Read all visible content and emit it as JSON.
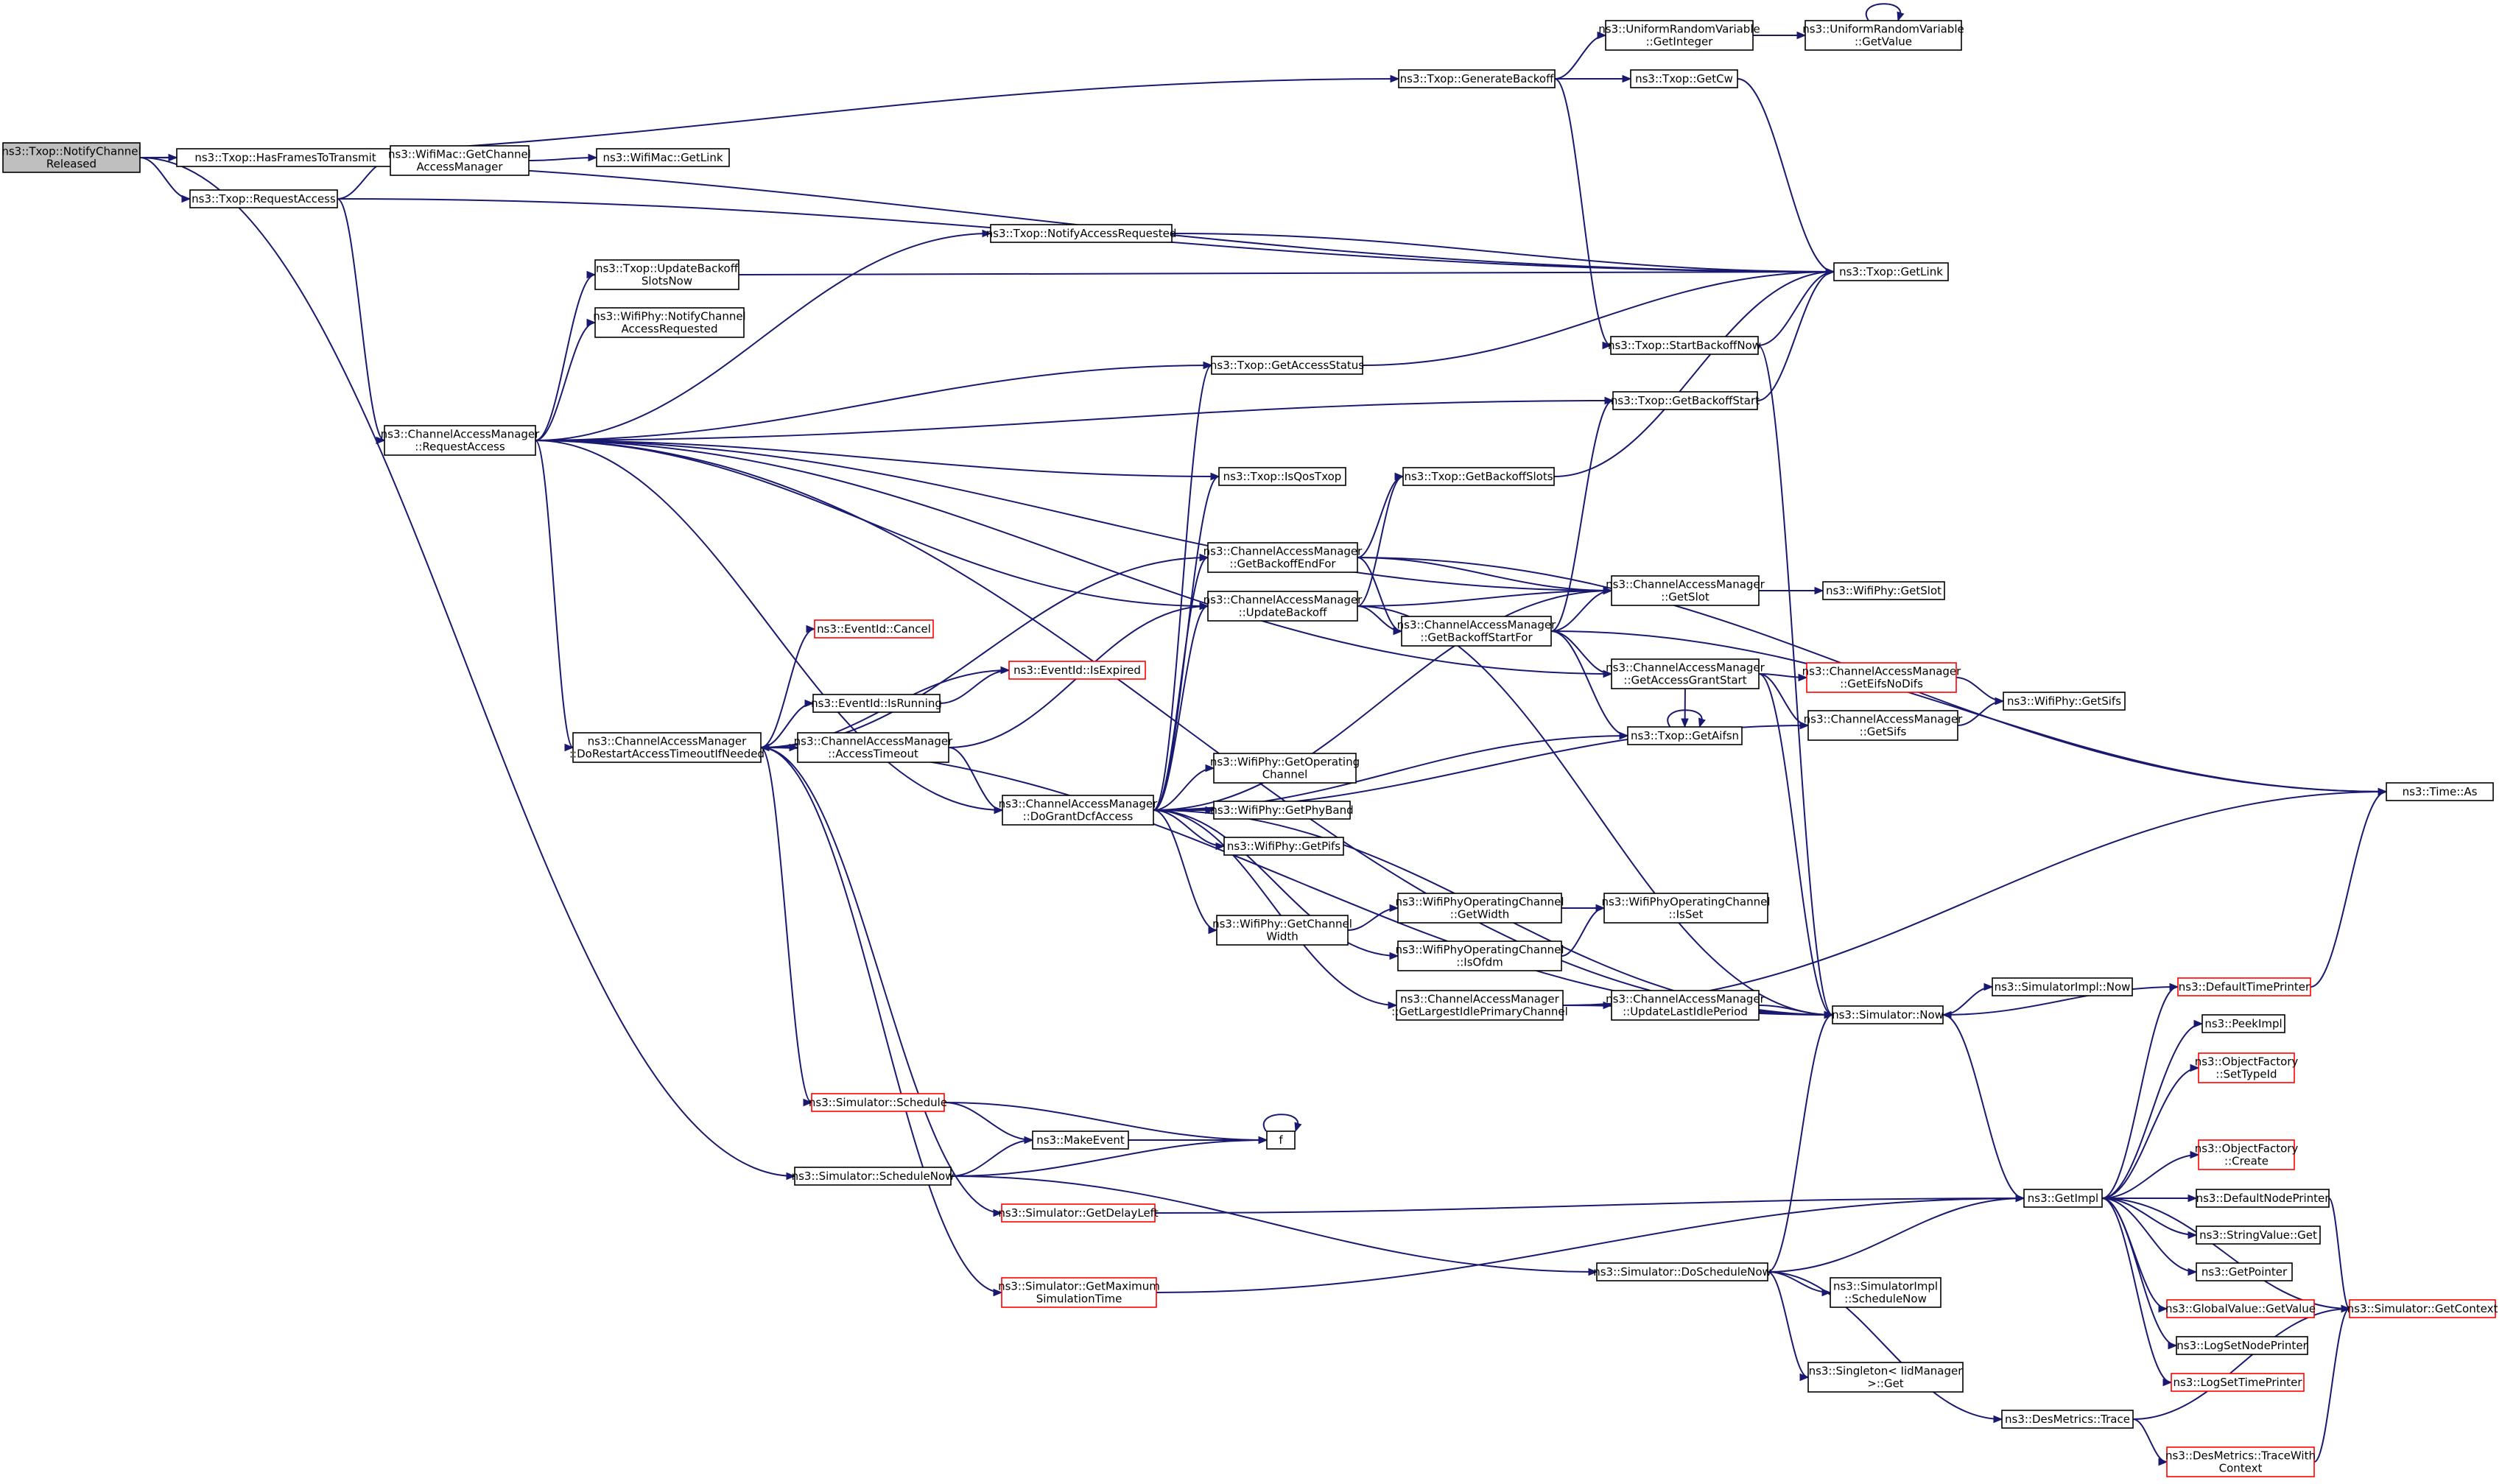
{
  "nodes": [
    {
      "id": "root",
      "lines": [
        "ns3::Txop::NotifyChannel",
        "Released"
      ],
      "style": "root"
    },
    {
      "id": "hasFrames",
      "lines": [
        "ns3::Txop::HasFramesToTransmit"
      ]
    },
    {
      "id": "reqAccess",
      "lines": [
        "ns3::Txop::RequestAccess"
      ]
    },
    {
      "id": "genBackoff",
      "lines": [
        "ns3::Txop::GenerateBackoff"
      ]
    },
    {
      "id": "urvGetInt",
      "lines": [
        "ns3::UniformRandomVariable",
        "::GetInteger"
      ]
    },
    {
      "id": "urvGetVal",
      "lines": [
        "ns3::UniformRandomVariable",
        "::GetValue"
      ]
    },
    {
      "id": "getCw",
      "lines": [
        "ns3::Txop::GetCw"
      ]
    },
    {
      "id": "macGetCam",
      "lines": [
        "ns3::WifiMac::GetChannel",
        "AccessManager"
      ]
    },
    {
      "id": "macGetLink",
      "lines": [
        "ns3::WifiMac::GetLink"
      ]
    },
    {
      "id": "notifyAccReq",
      "lines": [
        "ns3::Txop::NotifyAccessRequested"
      ]
    },
    {
      "id": "txopGetLink",
      "lines": [
        "ns3::Txop::GetLink"
      ]
    },
    {
      "id": "updBackoffSlots",
      "lines": [
        "ns3::Txop::UpdateBackoff",
        "SlotsNow"
      ]
    },
    {
      "id": "phyNotifyCar",
      "lines": [
        "ns3::WifiPhy::NotifyChannel",
        "AccessRequested"
      ]
    },
    {
      "id": "startBackoffNow",
      "lines": [
        "ns3::Txop::StartBackoffNow"
      ]
    },
    {
      "id": "getAccessStatus",
      "lines": [
        "ns3::Txop::GetAccessStatus"
      ]
    },
    {
      "id": "camReqAccess",
      "lines": [
        "ns3::ChannelAccessManager",
        "::RequestAccess"
      ]
    },
    {
      "id": "getBackoffStart",
      "lines": [
        "ns3::Txop::GetBackoffStart"
      ]
    },
    {
      "id": "isQosTxop",
      "lines": [
        "ns3::Txop::IsQosTxop"
      ]
    },
    {
      "id": "getBackoffSlots",
      "lines": [
        "ns3::Txop::GetBackoffSlots"
      ]
    },
    {
      "id": "camGetBackoffEndFor",
      "lines": [
        "ns3::ChannelAccessManager",
        "::GetBackoffEndFor"
      ]
    },
    {
      "id": "camGetSlot",
      "lines": [
        "ns3::ChannelAccessManager",
        "::GetSlot"
      ]
    },
    {
      "id": "phyGetSlot",
      "lines": [
        "ns3::WifiPhy::GetSlot"
      ]
    },
    {
      "id": "camUpdateBackoff",
      "lines": [
        "ns3::ChannelAccessManager",
        "::UpdateBackoff"
      ]
    },
    {
      "id": "camGetBackoffStartFor",
      "lines": [
        "ns3::ChannelAccessManager",
        "::GetBackoffStartFor"
      ]
    },
    {
      "id": "eventCancel",
      "lines": [
        "ns3::EventId::Cancel"
      ],
      "style": "red"
    },
    {
      "id": "eventIsExpired",
      "lines": [
        "ns3::EventId::IsExpired"
      ],
      "style": "red"
    },
    {
      "id": "camGetAccessGrantStart",
      "lines": [
        "ns3::ChannelAccessManager",
        "::GetAccessGrantStart"
      ]
    },
    {
      "id": "camGetEifsNoDifs",
      "lines": [
        "ns3::ChannelAccessManager",
        "::GetEifsNoDifs"
      ],
      "style": "red"
    },
    {
      "id": "phyGetSifs",
      "lines": [
        "ns3::WifiPhy::GetSifs"
      ]
    },
    {
      "id": "eventIsRunning",
      "lines": [
        "ns3::EventId::IsRunning"
      ]
    },
    {
      "id": "camGetSifs",
      "lines": [
        "ns3::ChannelAccessManager",
        "::GetSifs"
      ]
    },
    {
      "id": "camDoRestart",
      "lines": [
        "ns3::ChannelAccessManager",
        "::DoRestartAccessTimeoutIfNeeded"
      ]
    },
    {
      "id": "camAccessTimeout",
      "lines": [
        "ns3::ChannelAccessManager",
        "::AccessTimeout"
      ]
    },
    {
      "id": "getAifsn",
      "lines": [
        "ns3::Txop::GetAifsn"
      ]
    },
    {
      "id": "timeAs",
      "lines": [
        "ns3::Time::As"
      ]
    },
    {
      "id": "phyGetOpChannel",
      "lines": [
        "ns3::WifiPhy::GetOperating",
        "Channel"
      ]
    },
    {
      "id": "camDoGrant",
      "lines": [
        "ns3::ChannelAccessManager",
        "::DoGrantDcfAccess"
      ]
    },
    {
      "id": "phyGetPhyBand",
      "lines": [
        "ns3::WifiPhy::GetPhyBand"
      ]
    },
    {
      "id": "phyGetPifs",
      "lines": [
        "ns3::WifiPhy::GetPifs"
      ]
    },
    {
      "id": "wpocGetWidth",
      "lines": [
        "ns3::WifiPhyOperatingChannel",
        "::GetWidth"
      ]
    },
    {
      "id": "wpocIsSet",
      "lines": [
        "ns3::WifiPhyOperatingChannel",
        "::IsSet"
      ]
    },
    {
      "id": "phyGetChWidth",
      "lines": [
        "ns3::WifiPhy::GetChannel",
        "Width"
      ]
    },
    {
      "id": "wpocIsOfdm",
      "lines": [
        "ns3::WifiPhyOperatingChannel",
        "::IsOfdm"
      ]
    },
    {
      "id": "camGetLargest",
      "lines": [
        "ns3::ChannelAccessManager",
        "::GetLargestIdlePrimaryChannel"
      ]
    },
    {
      "id": "camUpdateLastIdle",
      "lines": [
        "ns3::ChannelAccessManager",
        "::UpdateLastIdlePeriod"
      ]
    },
    {
      "id": "simImplNow",
      "lines": [
        "ns3::SimulatorImpl::Now"
      ]
    },
    {
      "id": "simNow",
      "lines": [
        "ns3::Simulator::Now"
      ]
    },
    {
      "id": "defaultTimePrinter",
      "lines": [
        "ns3::DefaultTimePrinter"
      ],
      "style": "red"
    },
    {
      "id": "peekImpl",
      "lines": [
        "ns3::PeekImpl"
      ]
    },
    {
      "id": "ofSetTypeId",
      "lines": [
        "ns3::ObjectFactory",
        "::SetTypeId"
      ],
      "style": "red"
    },
    {
      "id": "simSchedule",
      "lines": [
        "ns3::Simulator::Schedule"
      ],
      "style": "red"
    },
    {
      "id": "makeEvent",
      "lines": [
        "ns3::MakeEvent"
      ]
    },
    {
      "id": "f",
      "lines": [
        "f"
      ]
    },
    {
      "id": "ofCreate",
      "lines": [
        "ns3::ObjectFactory",
        "::Create"
      ],
      "style": "red"
    },
    {
      "id": "simScheduleNow",
      "lines": [
        "ns3::Simulator::ScheduleNow"
      ]
    },
    {
      "id": "getImpl",
      "lines": [
        "ns3::GetImpl"
      ]
    },
    {
      "id": "defaultNodePrinter",
      "lines": [
        "ns3::DefaultNodePrinter"
      ]
    },
    {
      "id": "simGetDelayLeft",
      "lines": [
        "ns3::Simulator::GetDelayLeft"
      ],
      "style": "red"
    },
    {
      "id": "stringValueGet",
      "lines": [
        "ns3::StringValue::Get"
      ]
    },
    {
      "id": "simDoScheduleNow",
      "lines": [
        "ns3::Simulator::DoScheduleNow"
      ]
    },
    {
      "id": "getPointer",
      "lines": [
        "ns3::GetPointer"
      ]
    },
    {
      "id": "simGetMaxSimTime",
      "lines": [
        "ns3::Simulator::GetMaximum",
        "SimulationTime"
      ],
      "style": "red"
    },
    {
      "id": "simImplScheduleNow",
      "lines": [
        "ns3::SimulatorImpl",
        "::ScheduleNow"
      ]
    },
    {
      "id": "globalValueGetValue",
      "lines": [
        "ns3::GlobalValue::GetValue"
      ],
      "style": "red"
    },
    {
      "id": "simGetContext",
      "lines": [
        "ns3::Simulator::GetContext"
      ],
      "style": "red"
    },
    {
      "id": "logSetNodePrinter",
      "lines": [
        "ns3::LogSetNodePrinter"
      ]
    },
    {
      "id": "singletonGet",
      "lines": [
        "ns3::Singleton< IidManager",
        ">::Get"
      ]
    },
    {
      "id": "logSetTimePrinter",
      "lines": [
        "ns3::LogSetTimePrinter"
      ],
      "style": "red"
    },
    {
      "id": "desMetricsTrace",
      "lines": [
        "ns3::DesMetrics::Trace"
      ]
    },
    {
      "id": "desMetricsTraceWithCtx",
      "lines": [
        "ns3::DesMetrics::TraceWith",
        "Context"
      ],
      "style": "red"
    }
  ],
  "edges": [
    [
      "root",
      "genBackoff"
    ],
    [
      "root",
      "txopGetLink"
    ],
    [
      "root",
      "hasFrames"
    ],
    [
      "root",
      "reqAccess"
    ],
    [
      "root",
      "simScheduleNow"
    ],
    [
      "reqAccess",
      "macGetCam"
    ],
    [
      "reqAccess",
      "txopGetLink"
    ],
    [
      "reqAccess",
      "camReqAccess"
    ],
    [
      "macGetCam",
      "macGetLink"
    ],
    [
      "genBackoff",
      "urvGetInt"
    ],
    [
      "genBackoff",
      "getCw"
    ],
    [
      "genBackoff",
      "startBackoffNow"
    ],
    [
      "urvGetInt",
      "urvGetVal"
    ],
    [
      "urvGetVal",
      "urvGetVal"
    ],
    [
      "getCw",
      "txopGetLink"
    ],
    [
      "notifyAccReq",
      "txopGetLink"
    ],
    [
      "updBackoffSlots",
      "txopGetLink"
    ],
    [
      "startBackoffNow",
      "txopGetLink"
    ],
    [
      "startBackoffNow",
      "simNow"
    ],
    [
      "getAccessStatus",
      "txopGetLink"
    ],
    [
      "getBackoffStart",
      "txopGetLink"
    ],
    [
      "getBackoffSlots",
      "txopGetLink"
    ],
    [
      "camReqAccess",
      "notifyAccReq"
    ],
    [
      "camReqAccess",
      "updBackoffSlots"
    ],
    [
      "camReqAccess",
      "phyNotifyCar"
    ],
    [
      "camReqAccess",
      "getAccessStatus"
    ],
    [
      "camReqAccess",
      "getBackoffStart"
    ],
    [
      "camReqAccess",
      "isQosTxop"
    ],
    [
      "camReqAccess",
      "camGetSlot"
    ],
    [
      "camReqAccess",
      "camUpdateBackoff"
    ],
    [
      "camReqAccess",
      "camGetAccessGrantStart"
    ],
    [
      "camReqAccess",
      "camDoRestart"
    ],
    [
      "camReqAccess",
      "camDoGrant"
    ],
    [
      "camReqAccess",
      "simNow"
    ],
    [
      "camGetBackoffEndFor",
      "getBackoffSlots"
    ],
    [
      "camGetBackoffEndFor",
      "camGetSlot"
    ],
    [
      "camGetBackoffEndFor",
      "camGetBackoffStartFor"
    ],
    [
      "camGetBackoffEndFor",
      "timeAs"
    ],
    [
      "camUpdateBackoff",
      "camGetSlot"
    ],
    [
      "camUpdateBackoff",
      "camGetBackoffStartFor"
    ],
    [
      "camUpdateBackoff",
      "getBackoffSlots"
    ],
    [
      "camUpdateBackoff",
      "simNow"
    ],
    [
      "camGetBackoffStartFor",
      "getBackoffStart"
    ],
    [
      "camGetBackoffStartFor",
      "camGetSlot"
    ],
    [
      "camGetBackoffStartFor",
      "camGetAccessGrantStart"
    ],
    [
      "camGetBackoffStartFor",
      "getAifsn"
    ],
    [
      "camGetBackoffStartFor",
      "timeAs"
    ],
    [
      "camGetSlot",
      "phyGetSlot"
    ],
    [
      "camGetAccessGrantStart",
      "camGetEifsNoDifs"
    ],
    [
      "camGetAccessGrantStart",
      "camGetSifs"
    ],
    [
      "camGetAccessGrantStart",
      "getAifsn"
    ],
    [
      "camGetAccessGrantStart",
      "simNow"
    ],
    [
      "camGetEifsNoDifs",
      "phyGetSifs"
    ],
    [
      "camGetSifs",
      "phyGetSifs"
    ],
    [
      "getAifsn",
      "getAifsn"
    ],
    [
      "camDoRestart",
      "camGetBackoffEndFor"
    ],
    [
      "camDoRestart",
      "eventCancel"
    ],
    [
      "camDoRestart",
      "eventIsExpired"
    ],
    [
      "camDoRestart",
      "eventIsRunning"
    ],
    [
      "camDoRestart",
      "camAccessTimeout"
    ],
    [
      "camDoRestart",
      "simSchedule"
    ],
    [
      "camDoRestart",
      "simGetDelayLeft"
    ],
    [
      "camDoRestart",
      "simGetMaxSimTime"
    ],
    [
      "camDoRestart",
      "simNow"
    ],
    [
      "eventIsRunning",
      "eventIsExpired"
    ],
    [
      "camAccessTimeout",
      "camDoRestart"
    ],
    [
      "camAccessTimeout",
      "camUpdateBackoff"
    ],
    [
      "camAccessTimeout",
      "camDoGrant"
    ],
    [
      "camDoGrant",
      "getAccessStatus"
    ],
    [
      "camDoGrant",
      "isQosTxop"
    ],
    [
      "camDoGrant",
      "camGetBackoffEndFor"
    ],
    [
      "camDoGrant",
      "camUpdateBackoff"
    ],
    [
      "camDoGrant",
      "camGetSlot"
    ],
    [
      "camDoGrant",
      "getAifsn"
    ],
    [
      "camDoGrant",
      "camGetSifs"
    ],
    [
      "camDoGrant",
      "phyGetOpChannel"
    ],
    [
      "camDoGrant",
      "phyGetPhyBand"
    ],
    [
      "camDoGrant",
      "phyGetPifs"
    ],
    [
      "camDoGrant",
      "phyGetChWidth"
    ],
    [
      "camDoGrant",
      "wpocIsOfdm"
    ],
    [
      "camDoGrant",
      "camGetLargest"
    ],
    [
      "camDoGrant",
      "simNow"
    ],
    [
      "phyGetChWidth",
      "wpocGetWidth"
    ],
    [
      "wpocGetWidth",
      "wpocIsSet"
    ],
    [
      "wpocIsOfdm",
      "wpocIsSet"
    ],
    [
      "camGetLargest",
      "camUpdateLastIdle"
    ],
    [
      "camGetLargest",
      "simNow"
    ],
    [
      "camGetLargest",
      "timeAs"
    ],
    [
      "camUpdateLastIdle",
      "simNow"
    ],
    [
      "simNow",
      "simImplNow"
    ],
    [
      "simNow",
      "getImpl"
    ],
    [
      "defaultTimePrinter",
      "simNow"
    ],
    [
      "defaultTimePrinter",
      "timeAs"
    ],
    [
      "simSchedule",
      "makeEvent"
    ],
    [
      "simSchedule",
      "f"
    ],
    [
      "makeEvent",
      "f"
    ],
    [
      "f",
      "f"
    ],
    [
      "simScheduleNow",
      "makeEvent"
    ],
    [
      "simScheduleNow",
      "f"
    ],
    [
      "simScheduleNow",
      "simDoScheduleNow"
    ],
    [
      "simGetDelayLeft",
      "getImpl"
    ],
    [
      "simGetMaxSimTime",
      "getImpl"
    ],
    [
      "simDoScheduleNow",
      "simNow"
    ],
    [
      "simDoScheduleNow",
      "getImpl"
    ],
    [
      "simDoScheduleNow",
      "simImplScheduleNow"
    ],
    [
      "simDoScheduleNow",
      "singletonGet"
    ],
    [
      "simDoScheduleNow",
      "desMetricsTrace"
    ],
    [
      "getImpl",
      "defaultTimePrinter"
    ],
    [
      "getImpl",
      "peekImpl"
    ],
    [
      "getImpl",
      "ofSetTypeId"
    ],
    [
      "getImpl",
      "ofCreate"
    ],
    [
      "getImpl",
      "defaultNodePrinter"
    ],
    [
      "getImpl",
      "stringValueGet"
    ],
    [
      "getImpl",
      "getPointer"
    ],
    [
      "getImpl",
      "globalValueGetValue"
    ],
    [
      "getImpl",
      "logSetNodePrinter"
    ],
    [
      "getImpl",
      "logSetTimePrinter"
    ],
    [
      "getImpl",
      "simGetContext"
    ],
    [
      "defaultNodePrinter",
      "simGetContext"
    ],
    [
      "desMetricsTrace",
      "desMetricsTraceWithCtx"
    ],
    [
      "desMetricsTrace",
      "simGetContext"
    ],
    [
      "desMetricsTraceWithCtx",
      "simGetContext"
    ]
  ]
}
